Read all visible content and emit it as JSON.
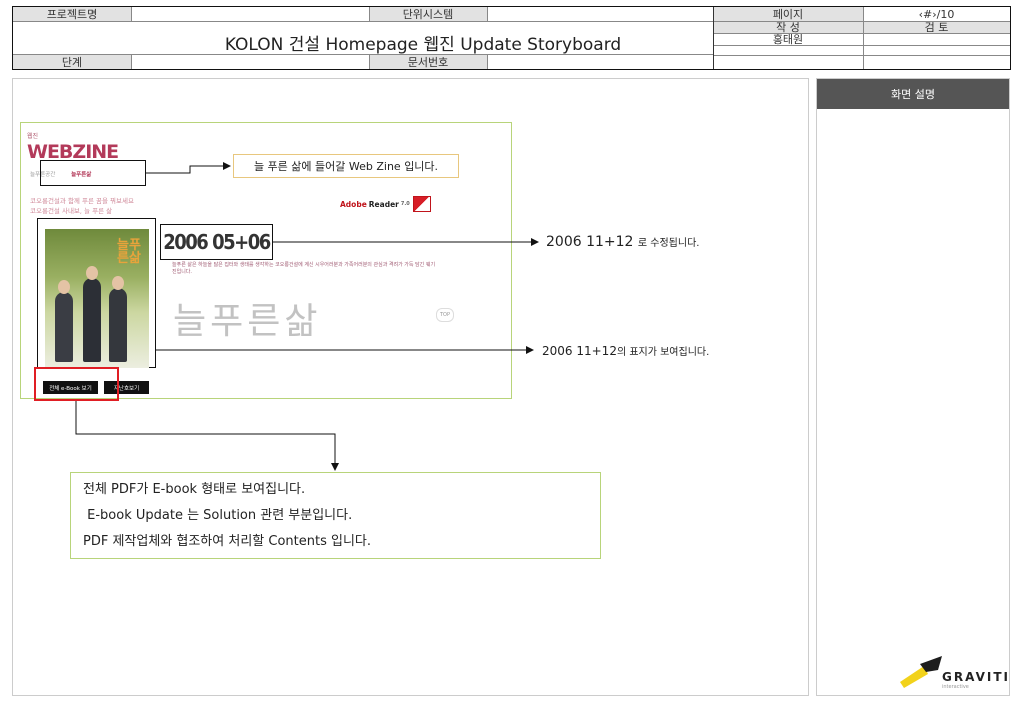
{
  "header": {
    "project_label": "프로젝트명",
    "unit_system_label": "단위시스템",
    "page_label": "페이지",
    "page_value": "‹#›/10",
    "title": "KOLON 건설 Homepage 웹진 Update Storyboard",
    "author_label": "작 성",
    "review_label": "검 토",
    "author_name": "홍태원",
    "stage_label": "단계",
    "doc_number_label": "문서번호"
  },
  "side_panel": {
    "title": "화면 설명"
  },
  "webzine": {
    "small_label": "웹진",
    "logo": "WEBZINE",
    "tab_1": "늘푸른공간",
    "tab_2": "늘푸른삶",
    "tagline_1": "코오롱건설과 함께 푸른 꿈을 꿔보세요",
    "tagline_2": "코오롱건설 사내보, 늘 푸른 삶",
    "adobe_brand": "Adobe",
    "adobe_reader": "Reader",
    "adobe_version": "7.0",
    "cover_title": "늘푸른삶",
    "issue": "2006 05+06",
    "issue_desc": "늘푸른 삶은 하늘을 닮은 집터와 생태를 생각하는 코오롱건설에 계신 시우어러분과 가족어러분의 관심과 격려가 가득 담긴 웨기진입니다.",
    "big_text": "늘푸른삶",
    "top_label": "TOP",
    "btn_ebook": "전체 e-Book 보기",
    "btn_back": "지난호보기"
  },
  "callouts": {
    "note_webzine": "늘 푸른 삶에 들어갈 Web Zine 입니다.",
    "issue_change_main": "2006 11+12",
    "issue_change_suffix": "로 수정됩니다.",
    "cover_change_main": "2006 11+12",
    "cover_change_suffix": "의 표지가 보여집니다.",
    "ebook_lines": [
      "전체 PDF가 E-book 형태로 보여집니다.",
      " E-book Update 는 Solution 관련 부분입니다.",
      "PDF 제작업체와 협조하여 처리할 Contents 입니다."
    ]
  },
  "logo": {
    "name": "GRAVITI",
    "sub": "interactive"
  },
  "colors": {
    "accent": "#b33a5a",
    "frame_green": "#b8d47a",
    "highlight_red": "#e01e24",
    "note_border": "#e8c77e"
  }
}
